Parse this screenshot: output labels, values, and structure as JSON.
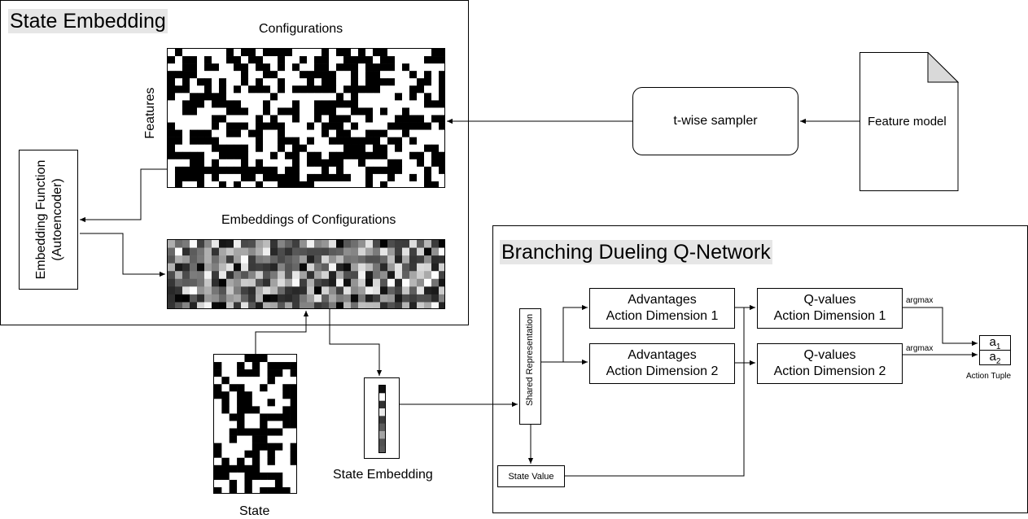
{
  "state_embedding_panel": {
    "title": "State Embedding",
    "configurations_label": "Configurations",
    "features_label": "Features",
    "embeddings_label": "Embeddings of Configurations",
    "embedding_function_label": "Embedding Function\n(Autoencoder)"
  },
  "sampler": {
    "label": "t-wise sampler"
  },
  "feature_model": {
    "label": "Feature model"
  },
  "state": {
    "label": "State"
  },
  "state_embedding": {
    "label": "State Embedding"
  },
  "bdq_panel": {
    "title": "Branching Dueling Q-Network",
    "shared_representation": "Shared Representation",
    "state_value": "State Value",
    "advantages_1": "Advantages\nAction Dimension 1",
    "advantages_2": "Advantages\nAction Dimension 2",
    "qvalues_1": "Q-values\nAction Dimension 1",
    "qvalues_2": "Q-values\nAction Dimension 2",
    "argmax_1": "argmax",
    "argmax_2": "argmax",
    "action_1_base": "a",
    "action_1_sub": "1",
    "action_2_base": "a",
    "action_2_sub": "2",
    "action_tuple": "Action Tuple"
  },
  "colors": {
    "title_bg": "#e6e6e6",
    "line": "#000000",
    "panel_border": "#000000"
  }
}
